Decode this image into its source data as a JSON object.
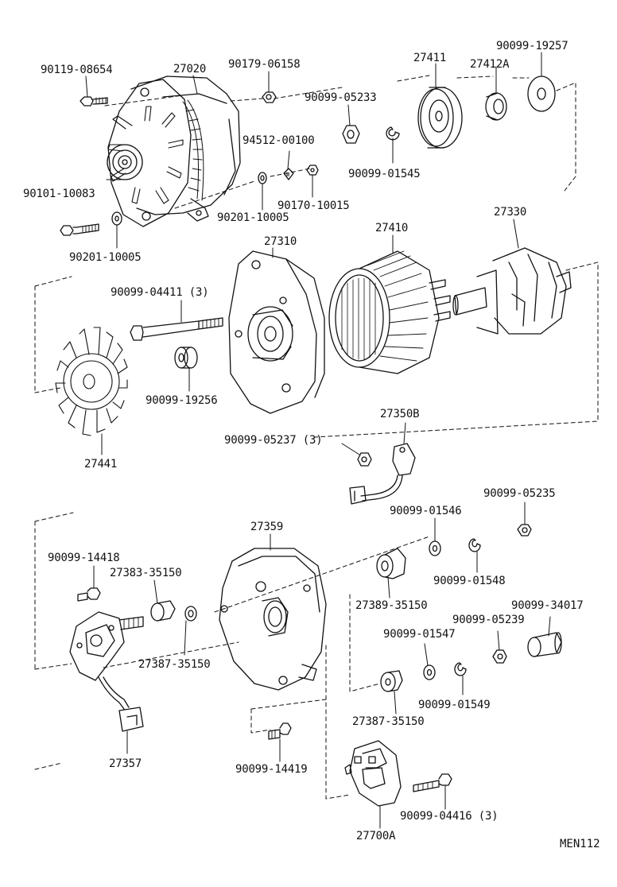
{
  "diagram_code": "MEN112",
  "parts": [
    {
      "id": "p_90119_08654",
      "label": "90119-08654"
    },
    {
      "id": "p_27020",
      "label": "27020"
    },
    {
      "id": "p_90179_06158",
      "label": "90179-06158"
    },
    {
      "id": "p_90099_05233",
      "label": "90099-05233"
    },
    {
      "id": "p_27411",
      "label": "27411"
    },
    {
      "id": "p_27412a",
      "label": "27412A"
    },
    {
      "id": "p_90099_19257",
      "label": "90099-19257"
    },
    {
      "id": "p_94512_00100",
      "label": "94512-00100"
    },
    {
      "id": "p_90099_01545",
      "label": "90099-01545"
    },
    {
      "id": "p_90101_10083",
      "label": "90101-10083"
    },
    {
      "id": "p_90170_10015",
      "label": "90170-10015"
    },
    {
      "id": "p_90201_10005_a",
      "label": "90201-10005"
    },
    {
      "id": "p_90201_10005_b",
      "label": "90201-10005"
    },
    {
      "id": "p_27310",
      "label": "27310"
    },
    {
      "id": "p_27410",
      "label": "27410"
    },
    {
      "id": "p_27330",
      "label": "27330"
    },
    {
      "id": "p_90099_04411",
      "label": "90099-04411 (3)"
    },
    {
      "id": "p_90099_19256",
      "label": "90099-19256"
    },
    {
      "id": "p_27441",
      "label": "27441"
    },
    {
      "id": "p_27350b",
      "label": "27350B"
    },
    {
      "id": "p_90099_05237",
      "label": "90099-05237 (3)"
    },
    {
      "id": "p_90099_05235",
      "label": "90099-05235"
    },
    {
      "id": "p_90099_01546",
      "label": "90099-01546"
    },
    {
      "id": "p_27359",
      "label": "27359"
    },
    {
      "id": "p_90099_14418",
      "label": "90099-14418"
    },
    {
      "id": "p_90099_01548",
      "label": "90099-01548"
    },
    {
      "id": "p_27383_35150",
      "label": "27383-35150"
    },
    {
      "id": "p_27389_35150",
      "label": "27389-35150"
    },
    {
      "id": "p_90099_34017",
      "label": "90099-34017"
    },
    {
      "id": "p_90099_05239",
      "label": "90099-05239"
    },
    {
      "id": "p_90099_01547",
      "label": "90099-01547"
    },
    {
      "id": "p_27387_35150_a",
      "label": "27387-35150"
    },
    {
      "id": "p_90099_01549",
      "label": "90099-01549"
    },
    {
      "id": "p_27387_35150_b",
      "label": "27387-35150"
    },
    {
      "id": "p_27357",
      "label": "27357"
    },
    {
      "id": "p_90099_14419",
      "label": "90099-14419"
    },
    {
      "id": "p_90099_04416",
      "label": "90099-04416 (3)"
    },
    {
      "id": "p_27700a",
      "label": "27700A"
    }
  ]
}
